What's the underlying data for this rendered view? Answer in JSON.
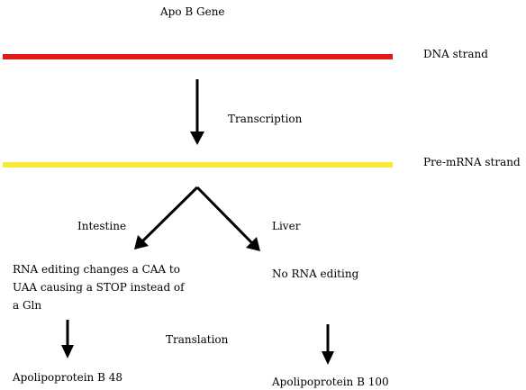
{
  "diagram": {
    "title": "Apo B Gene",
    "dna": {
      "label": "DNA strand",
      "color": "#e01b1b"
    },
    "pre_mrna": {
      "label": "Pre-mRNA strand",
      "color": "#f5ea3c"
    },
    "steps": {
      "transcription": "Transcription",
      "translation": "Translation"
    },
    "intestine": {
      "tissue": "Intestine",
      "editing": [
        "RNA editing changes a CAA to",
        "UAA causing a STOP instead of",
        "a Gln"
      ],
      "product": "Apolipoprotein B 48"
    },
    "liver": {
      "tissue": "Liver",
      "editing": "No RNA editing",
      "product": "Apolipoprotein B 100"
    }
  }
}
